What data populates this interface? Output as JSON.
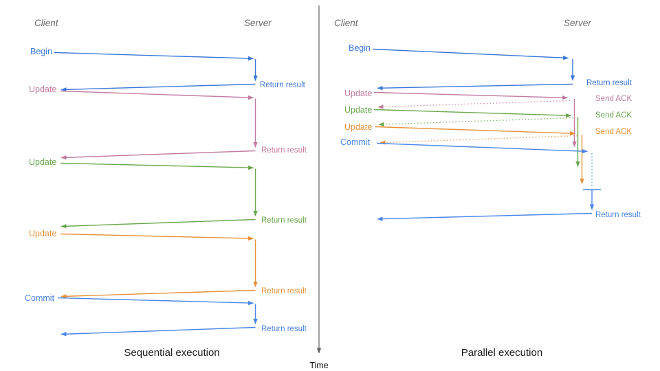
{
  "panels": {
    "sequential": {
      "client_header": "Client",
      "server_header": "Server",
      "caption": "Sequential execution",
      "ops": [
        {
          "request": "Begin",
          "response": "Return result"
        },
        {
          "request": "Update",
          "response": "Return result"
        },
        {
          "request": "Update",
          "response": "Return result"
        },
        {
          "request": "Update",
          "response": "Return result"
        },
        {
          "request": "Commit",
          "response": "Return result"
        }
      ]
    },
    "parallel": {
      "client_header": "Client",
      "server_header": "Server",
      "caption": "Parallel execution",
      "ops": [
        {
          "request": "Begin",
          "response": "Return result"
        },
        {
          "request": "Update",
          "response": "Send ACK"
        },
        {
          "request": "Update",
          "response": "Send ACK"
        },
        {
          "request": "Update",
          "response": "Send ACK"
        },
        {
          "request": "Commit",
          "response": "Return result"
        }
      ]
    }
  },
  "time_axis": {
    "label": "Time"
  },
  "colors": {
    "blue": "#3c78d8",
    "blue_light": "#4a86e8",
    "pink": "#c27ba0",
    "green": "#6aa84f",
    "orange": "#e69138",
    "axis": "#616161"
  }
}
